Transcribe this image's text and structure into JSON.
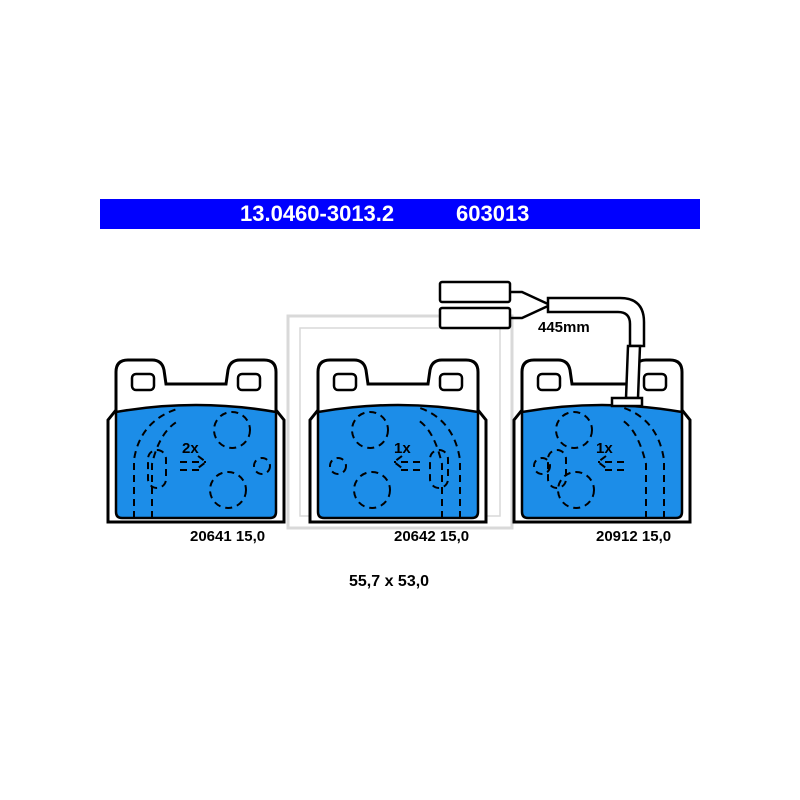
{
  "header": {
    "part_number": "13.0460-3013.2",
    "ref_number": "603013",
    "bar_color": "#0000ff"
  },
  "pads": [
    {
      "code": "20641 15,0",
      "quantity": "2x"
    },
    {
      "code": "20642 15,0",
      "quantity": "1x"
    },
    {
      "code": "20912 15,0",
      "quantity": "1x"
    }
  ],
  "sensor": {
    "length_label": "445mm"
  },
  "dimensions": "55,7 x 53,0",
  "colors": {
    "pad_fill": "#1c8de8",
    "outline": "#000000",
    "watermark": "#d9d9d9"
  }
}
